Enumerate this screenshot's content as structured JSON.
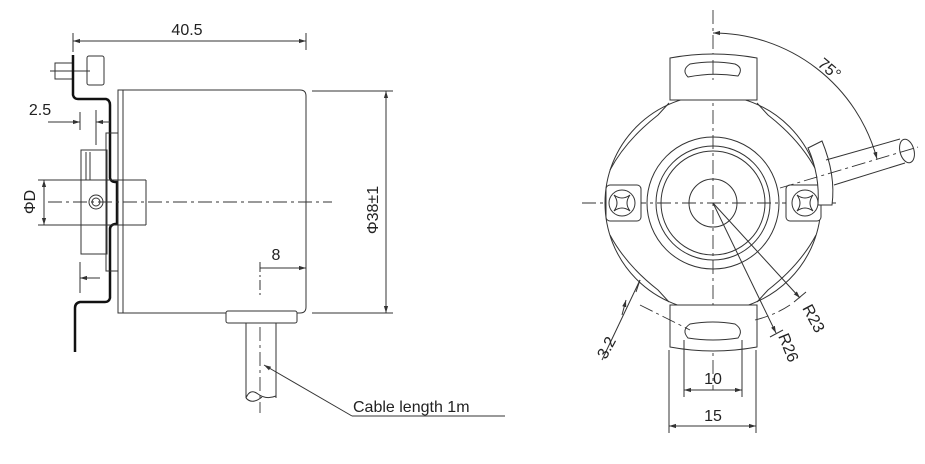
{
  "side_view": {
    "length_label": "40.5",
    "flange_offset_label": "2.5",
    "shaft_diameter_label": "ΦD",
    "body_diameter_label": "Φ38±1",
    "cable_offset_label": "8",
    "cable_note": "Cable length 1m"
  },
  "front_view": {
    "cable_angle_label": "75°",
    "radius_inner_label": "R23",
    "radius_outer_label": "R26",
    "slot_width_label": "3.2",
    "slot_length_label": "10",
    "tab_width_label": "15"
  }
}
